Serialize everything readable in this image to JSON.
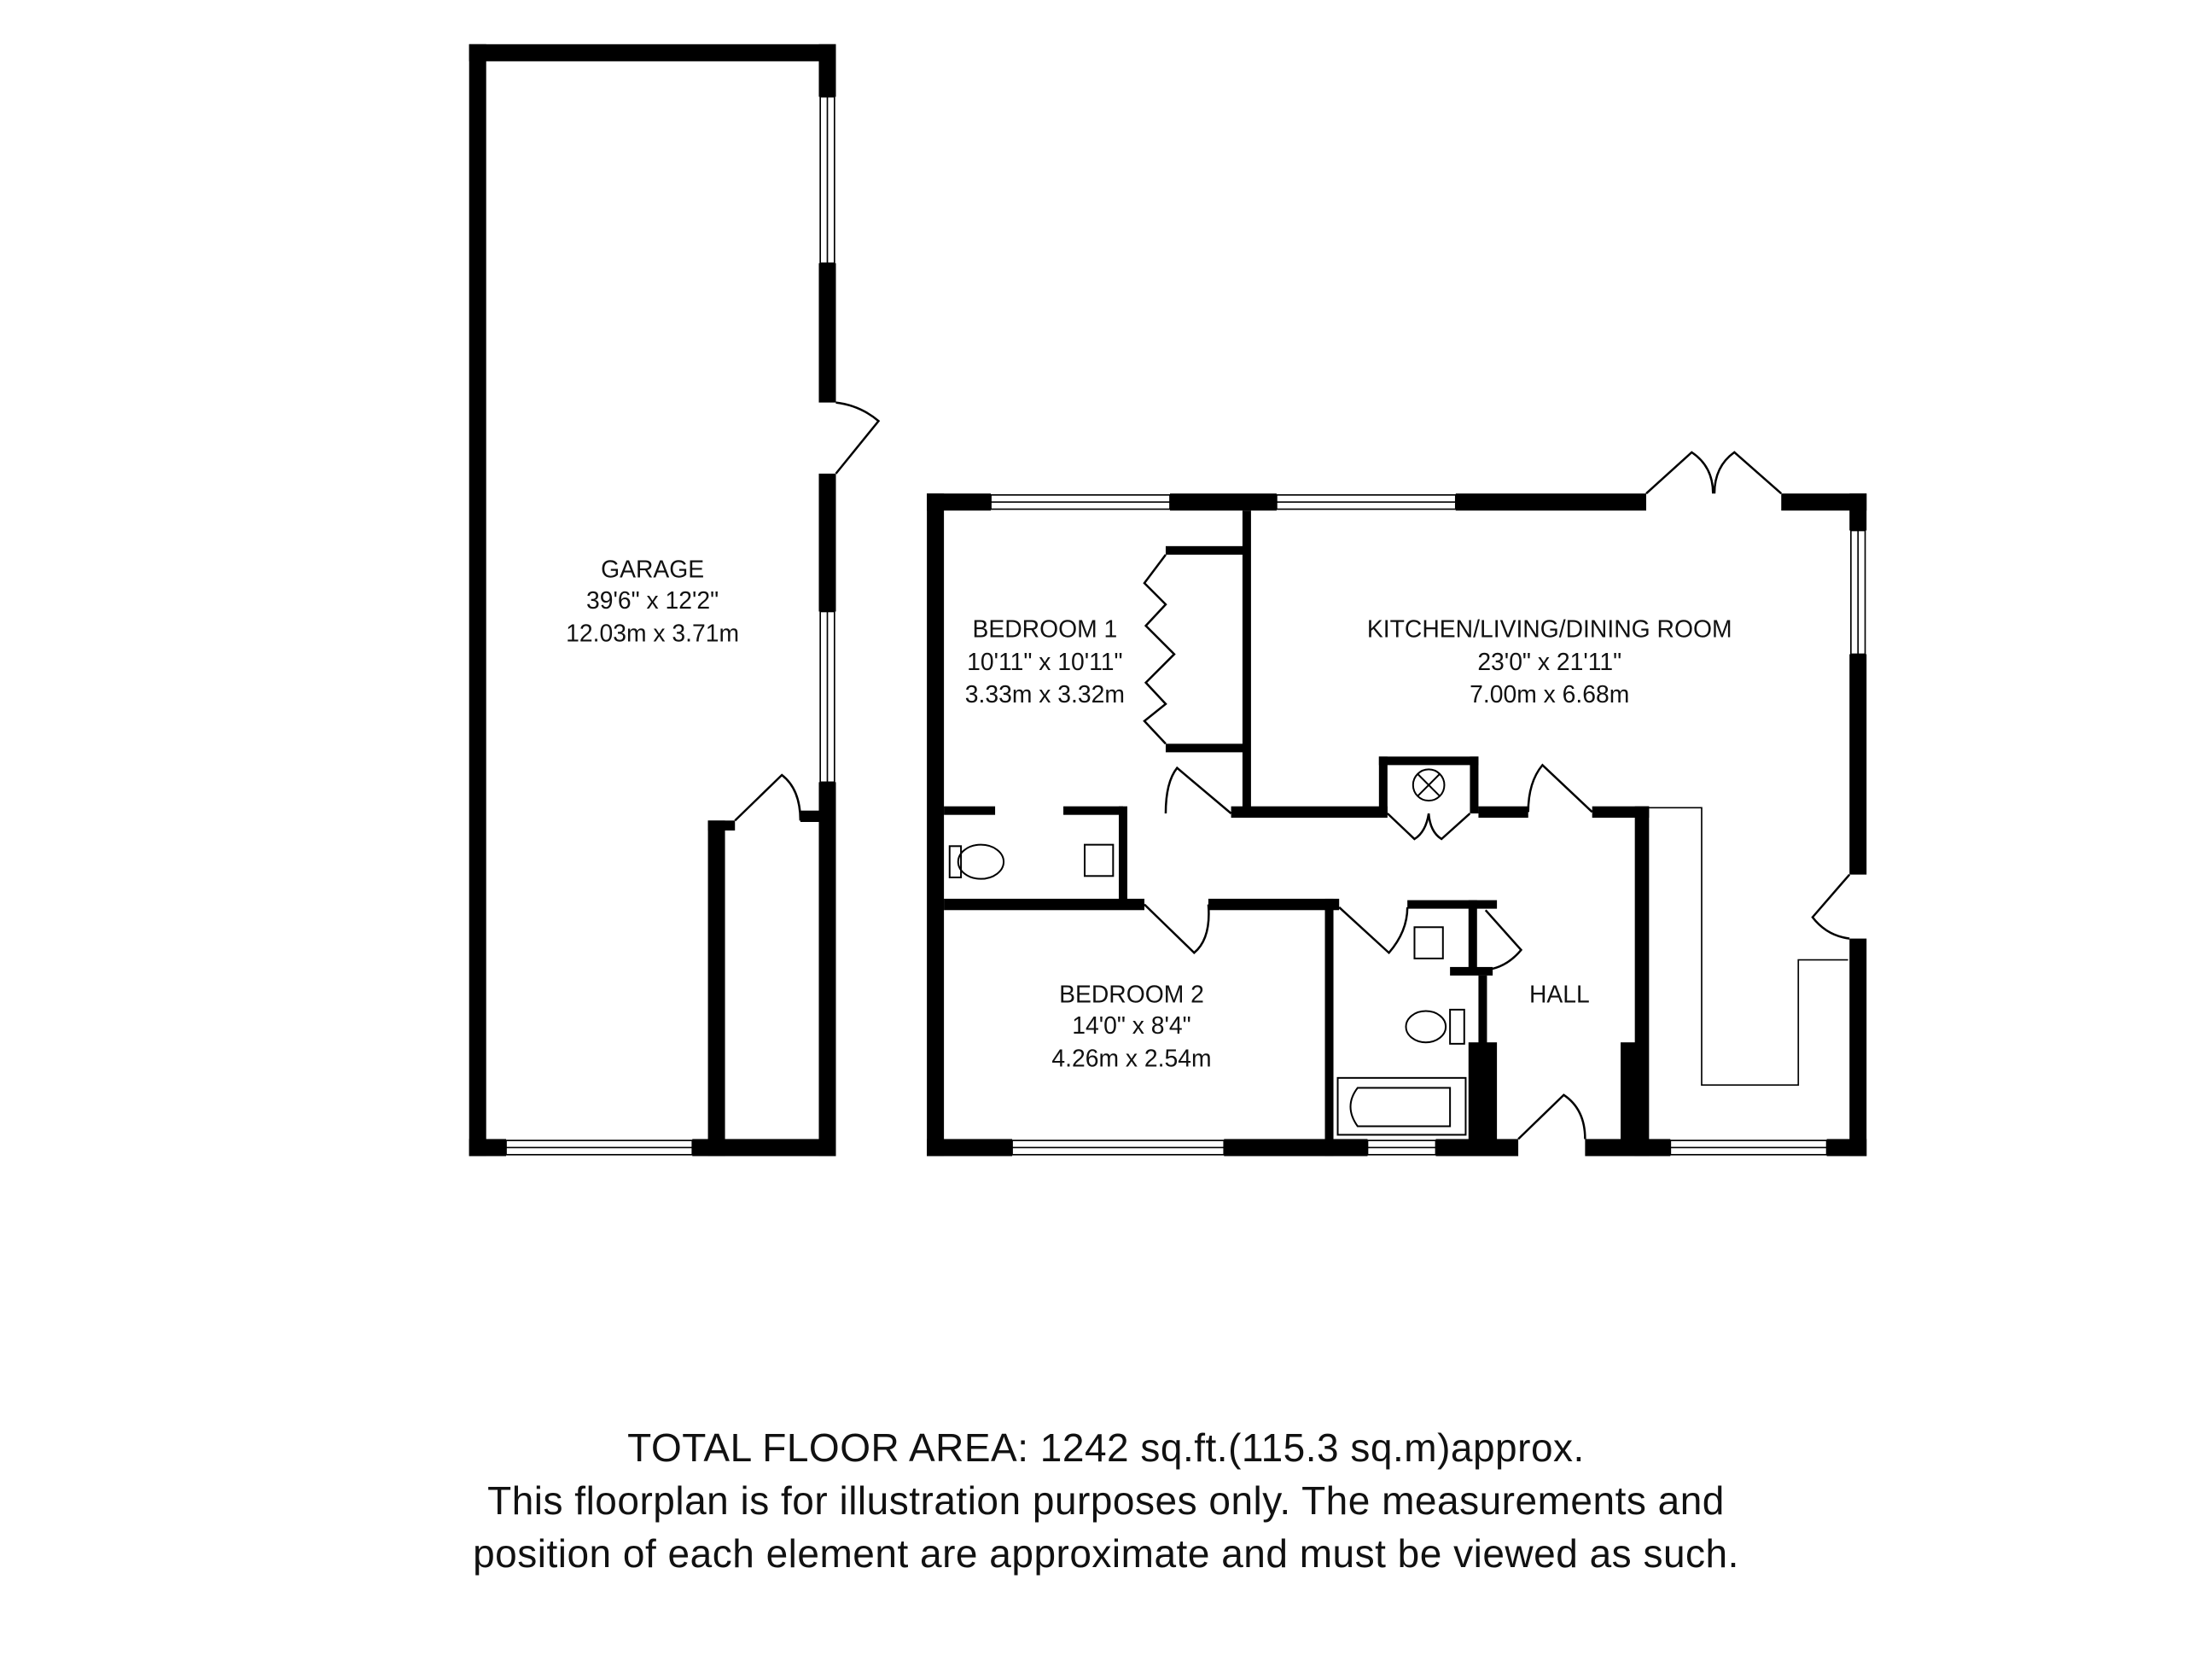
{
  "rooms": {
    "garage": {
      "name": "GARAGE",
      "imperial": "39'6\" x 12'2\"",
      "metric": "12.03m x 3.71m"
    },
    "bedroom1": {
      "name": "BEDROOM 1",
      "imperial": "10'11\" x 10'11\"",
      "metric": "3.33m x 3.32m"
    },
    "kitchen": {
      "name": "KITCHEN/LIVING/DINING ROOM",
      "imperial": "23'0\" x 21'11\"",
      "metric": "7.00m x 6.68m"
    },
    "bedroom2": {
      "name": "BEDROOM 2",
      "imperial": "14'0\" x 8'4\"",
      "metric": "4.26m x 2.54m"
    },
    "hall": {
      "name": "HALL"
    }
  },
  "footer": {
    "total": "TOTAL FLOOR AREA: 1242 sq.ft.(115.3 sq.m)approx.",
    "disclaimer": "This floorplan is for illustration purposes only. The measurements and position of each element are approximate and must be viewed as such."
  }
}
